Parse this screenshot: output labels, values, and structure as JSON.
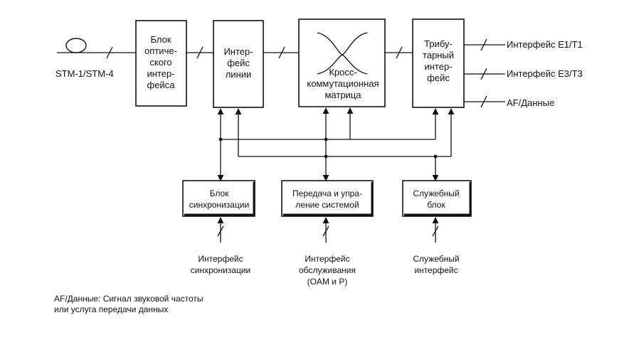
{
  "blocks": {
    "optical": [
      "Блок",
      "оптиче-",
      "ского",
      "интер-",
      "фейса"
    ],
    "line_if": [
      "Интер-",
      "фейс",
      "линии"
    ],
    "cross": [
      "Кросс-",
      "коммутационная",
      "матрица"
    ],
    "tributary": [
      "Трибу-",
      "тарный",
      "интер-",
      "фейс"
    ],
    "sync": [
      "Блок",
      "синхронизации"
    ],
    "mgmt": [
      "Передача и упра-",
      "ление системой"
    ],
    "service": [
      "Служебный",
      "блок"
    ]
  },
  "labels": {
    "stm": "STM-1/STM-4",
    "e1": "Интерфейс E1/T1",
    "e3": "Интерфейс E3/T3",
    "af": "AF/Данные",
    "sync_if": [
      "Интерфейс",
      "синхронизации"
    ],
    "oam_if": [
      "Интерфейс",
      "обслуживания",
      "(OAM и P)"
    ],
    "service_if": [
      "Служебный",
      "интерфейс"
    ]
  },
  "note": [
    "AF/Данные: Сигнал звуковой частоты",
    "или услуга передачи данных"
  ],
  "colors": {
    "ink": "#111111",
    "background": "#ffffff"
  }
}
